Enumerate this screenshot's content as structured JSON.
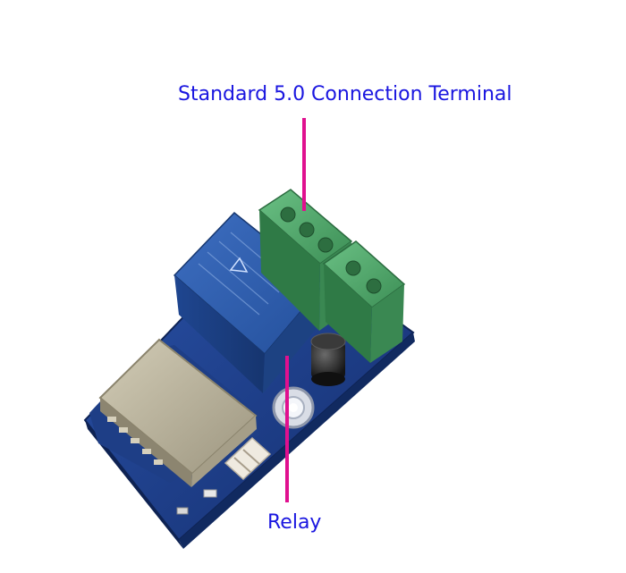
{
  "labels": {
    "terminal": "Standard 5.0 Connection Terminal",
    "relay": "Relay"
  },
  "colors": {
    "label_text": "#1a16e0",
    "callout_line": "#e0108f",
    "pcb": "#1c3f8c",
    "relay_body": "#2c5aa8",
    "terminal_block": "#4fa86a",
    "shield": "#b8b19a"
  },
  "components": [
    {
      "name": "wifi-module-shield"
    },
    {
      "name": "relay-body"
    },
    {
      "name": "terminal-block-3pin"
    },
    {
      "name": "terminal-block-2pin"
    },
    {
      "name": "capacitor"
    },
    {
      "name": "mounting-hole"
    },
    {
      "name": "connector-header"
    },
    {
      "name": "led"
    }
  ]
}
